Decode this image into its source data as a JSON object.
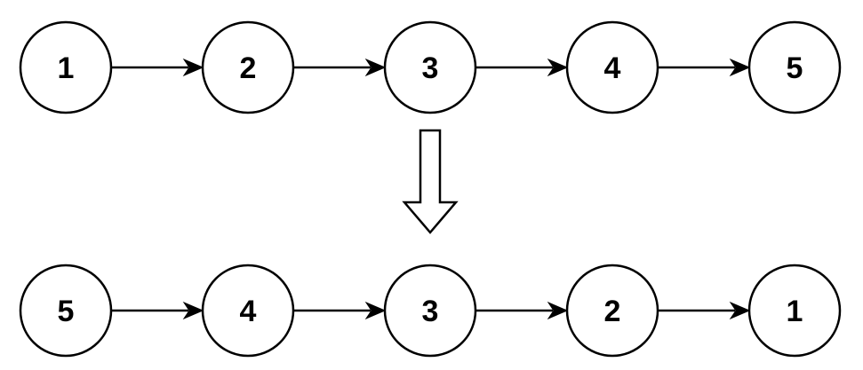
{
  "diagram": {
    "colors": {
      "background": "#ffffff",
      "stroke": "#000000",
      "node_fill": "#ffffff",
      "label": "#000000"
    },
    "before_list": {
      "nodes": [
        "1",
        "2",
        "3",
        "4",
        "5"
      ]
    },
    "after_list": {
      "nodes": [
        "5",
        "4",
        "3",
        "2",
        "1"
      ]
    },
    "transform_arrow": {
      "icon": "hollow-down-arrow-icon"
    }
  }
}
